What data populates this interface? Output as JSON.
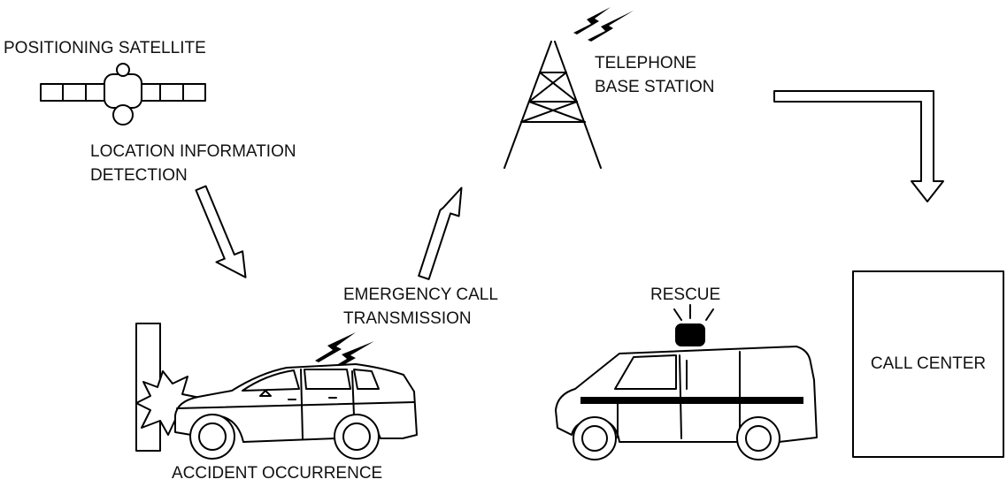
{
  "labels": {
    "satellite": "POSITIONING SATELLITE",
    "location_line1": "LOCATION INFORMATION",
    "location_line2": "DETECTION",
    "tower_line1": "TELEPHONE",
    "tower_line2": "BASE STATION",
    "emergency_line1": "EMERGENCY CALL",
    "emergency_line2": "TRANSMISSION",
    "rescue": "RESCUE",
    "accident": "ACCIDENT OCCURRENCE",
    "call_center": "CALL CENTER"
  },
  "colors": {
    "stroke": "#000000",
    "background": "#ffffff"
  },
  "icons": [
    "satellite-icon",
    "tower-icon",
    "signal-bolt-icon",
    "car-icon",
    "ambulance-icon",
    "call-center-box",
    "crash-burst-icon"
  ]
}
